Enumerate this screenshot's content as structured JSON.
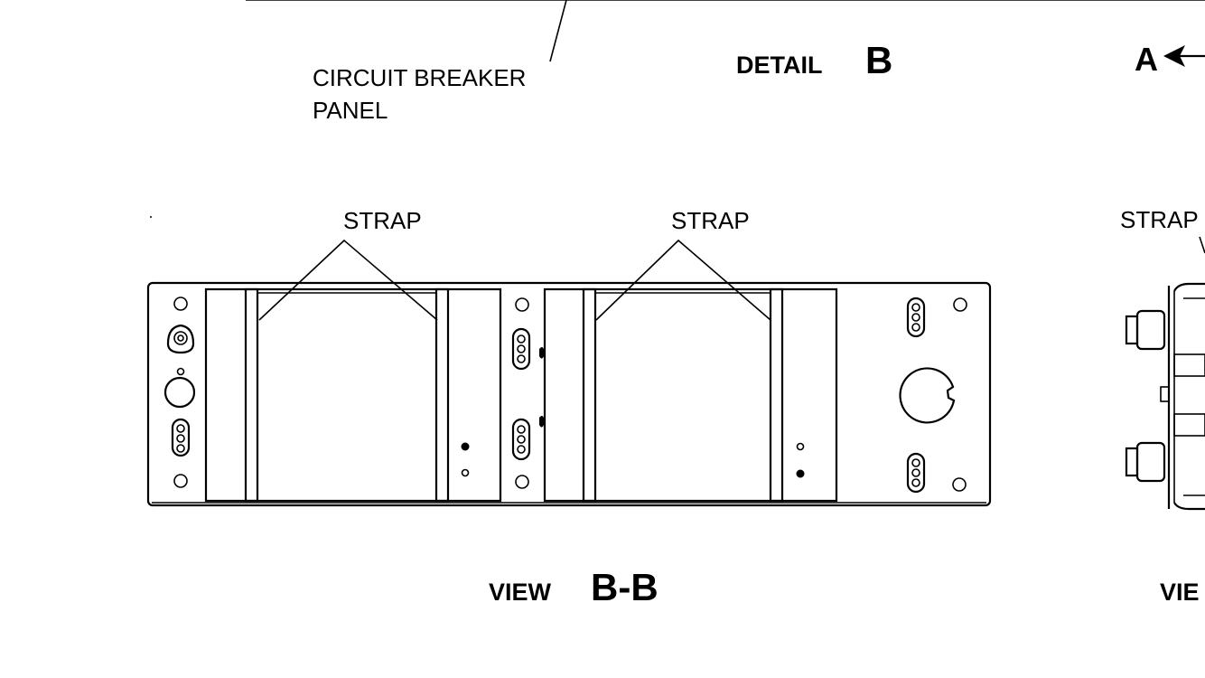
{
  "labels": {
    "circuit_breaker_line1": "CIRCUIT BREAKER",
    "circuit_breaker_line2": "PANEL",
    "detail_word": "DETAIL",
    "detail_letter": "B",
    "view_a_letter": "A",
    "strap_left": "STRAP",
    "strap_middle": "STRAP",
    "strap_right": "STRAP",
    "view_word": "VIEW",
    "view_letters": "B-B",
    "view_right_partial": "VIE"
  }
}
